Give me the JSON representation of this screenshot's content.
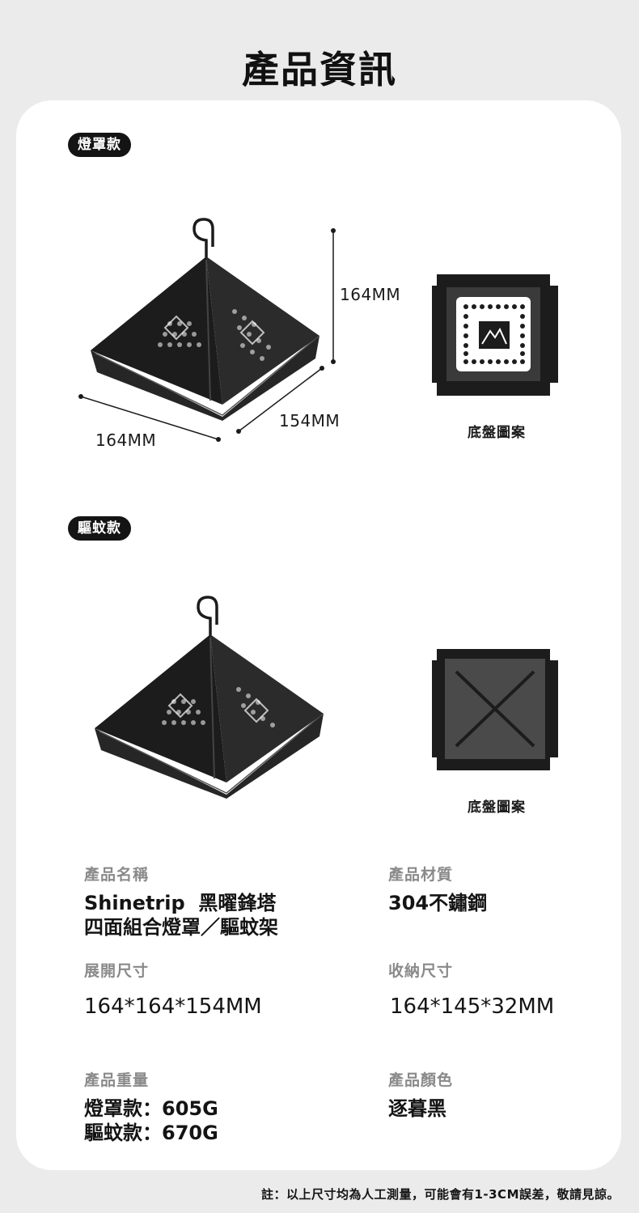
{
  "page_title": "產品資訊",
  "section_lantern": {
    "badge": "燈罩款",
    "dims": {
      "height": "164MM",
      "width": "164MM",
      "depth": "154MM"
    },
    "base_caption": "底盤圖案"
  },
  "section_repellent": {
    "badge": "驅蚊款",
    "base_caption": "底盤圖案"
  },
  "specs": {
    "name_label": "產品名稱",
    "name_line1": "Shinetrip  黑曜鋒塔",
    "name_line2": "四面組合燈罩／驅蚊架",
    "material_label": "產品材質",
    "material_value": "304不鏽鋼",
    "expanded_label": "展開尺寸",
    "expanded_value": "164*164*154MM",
    "stored_label": "收納尺寸",
    "stored_value": "164*145*32MM",
    "weight_label": "產品重量",
    "weight_line1": "燈罩款：605G",
    "weight_line2": "驅蚊款：670G",
    "color_label": "產品顏色",
    "color_value": "逐暮黑"
  },
  "footnote": "註：以上尺寸均為人工測量，可能會有1-3CM誤差，敬請見諒。",
  "colors": {
    "product_black": "#1c1c1c",
    "card_bg": "#ffffff",
    "page_bg": "#ebebeb"
  }
}
